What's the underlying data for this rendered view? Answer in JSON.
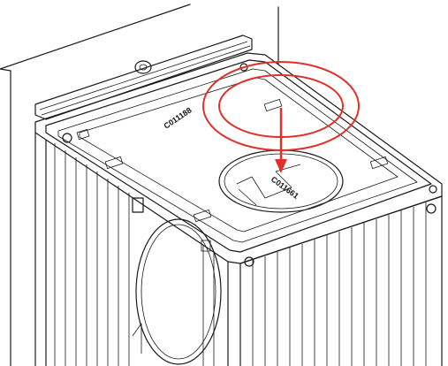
{
  "labels": {
    "part_top": "C011188",
    "part_insert": "C011661"
  },
  "colors": {
    "line": "#1a1a1a",
    "highlight": "#e0302a",
    "background": "#ffffff"
  },
  "icons": {
    "ring": "highlight-ring",
    "arrow": "insert-arrow"
  }
}
